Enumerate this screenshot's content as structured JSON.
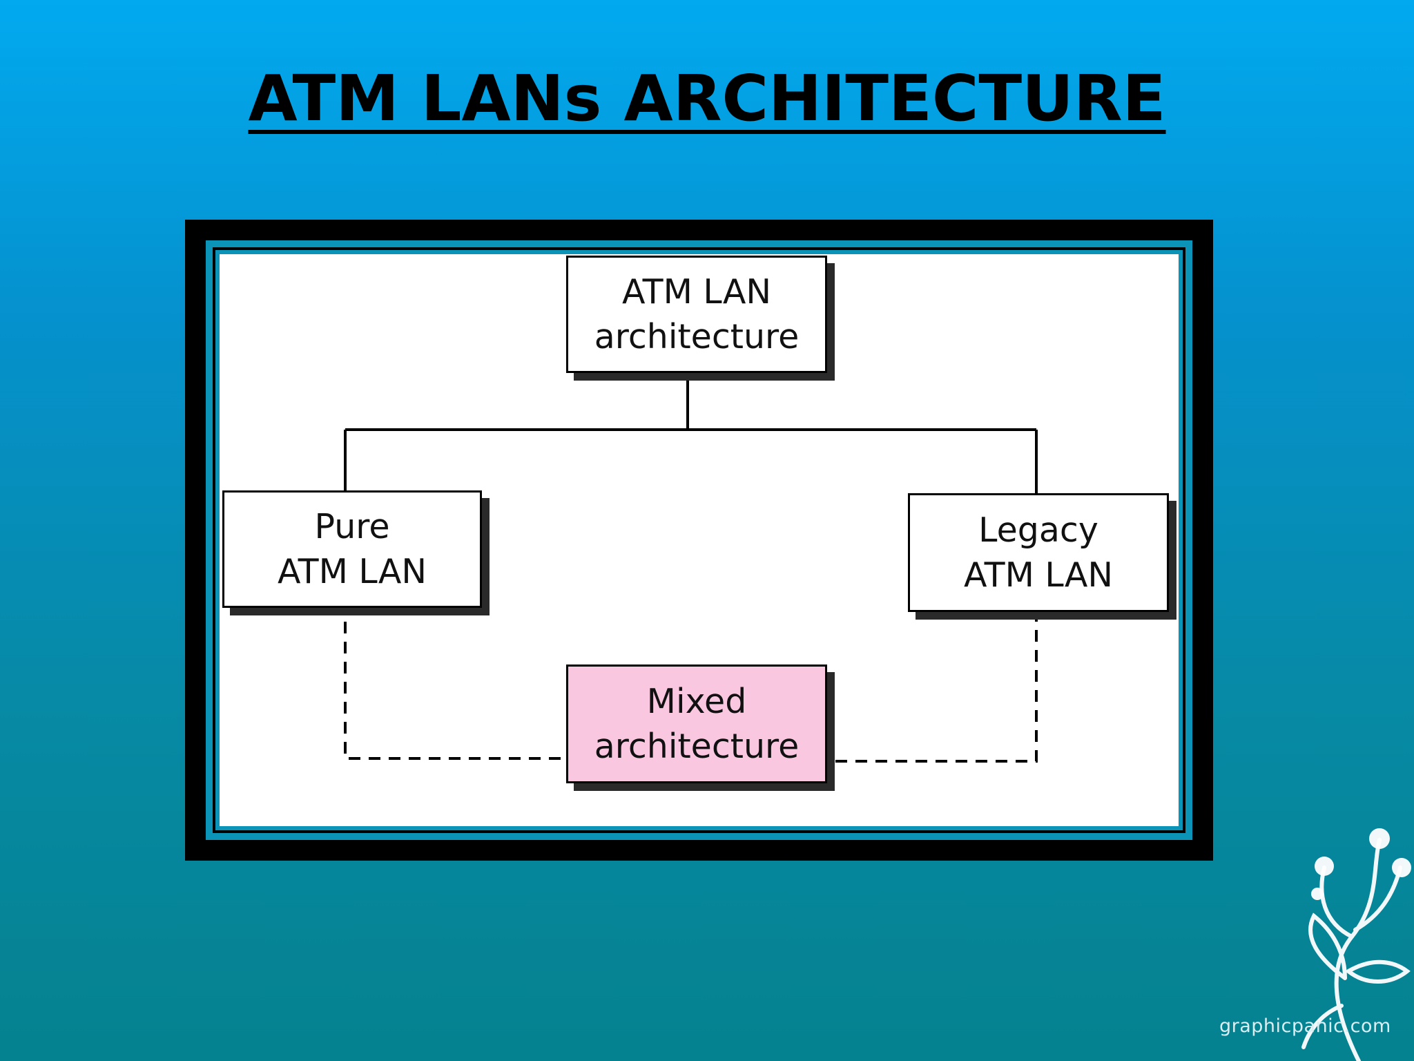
{
  "slide": {
    "title": "ATM LANs ARCHITECTURE"
  },
  "diagram": {
    "root": {
      "line1": "ATM LAN",
      "line2": "architecture"
    },
    "left": {
      "line1": "Pure",
      "line2": "ATM LAN"
    },
    "right": {
      "line1": "Legacy",
      "line2": "ATM LAN"
    },
    "bottom": {
      "line1": "Mixed",
      "line2": "architecture"
    },
    "colors": {
      "mixed_fill": "#f9c8e0",
      "node_fill": "#ffffff",
      "frame": "#000000",
      "frame_accent": "#0c94b8"
    }
  },
  "watermark": {
    "text": "graphicpanic.com",
    "icon": "flower-sprig-icon"
  }
}
